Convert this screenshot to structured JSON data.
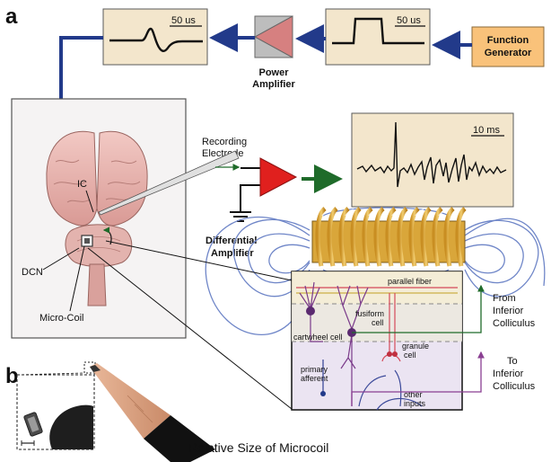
{
  "panel_labels": {
    "a": "a",
    "b": "b"
  },
  "scope_top_left": {
    "scale": "50 us"
  },
  "scope_top_right": {
    "scale": "50 us"
  },
  "scope_response": {
    "scale": "10 ms"
  },
  "function_generator": {
    "line1": "Function",
    "line2": "Generator"
  },
  "power_amplifier": {
    "line1": "Power",
    "line2": "Amplifier"
  },
  "recording_electrode": {
    "line1": "Recording",
    "line2": "Electrode"
  },
  "differential_amplifier": {
    "line1": "Differential",
    "line2": "Amplifier"
  },
  "brain_labels": {
    "ic": "IC",
    "dcn": "DCN",
    "micro_coil": "Micro-Coil"
  },
  "circuit_labels": {
    "parallel_fiber": "parallel fiber",
    "fusiform": "fusiform",
    "fusiform_cell": "cell",
    "cartwheel_cell": "cartwheel cell",
    "granule": "granule",
    "granule_cell": "cell",
    "primary": "primary",
    "afferent": "afferent",
    "other": "other",
    "inputs": "inputs"
  },
  "from_ic": {
    "line1": "From",
    "line2": "Inferior",
    "line3": "Colliculus"
  },
  "to_ic": {
    "line1": "To",
    "line2": "Inferior",
    "line3": "Colliculus"
  },
  "caption_b": "Relative Size of Microcoil",
  "colors": {
    "scope_bg": "#f3e6cc",
    "generator_bg": "#f9c27a",
    "arrow_blue": "#223a8a",
    "arrow_green": "#1f6b2a",
    "amp_red": "#e0201e",
    "coil_gold": "#d9a63a",
    "field_lines": "#6f86c8"
  }
}
